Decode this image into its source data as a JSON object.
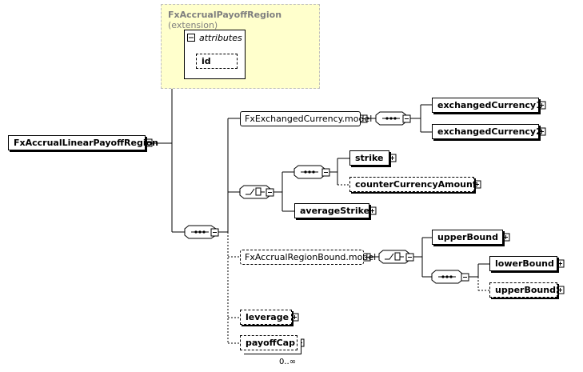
{
  "extension": {
    "type_name": "FxAccrualPayoffRegion",
    "suffix": "(extension)",
    "attributes_label": "attributes",
    "attribute_id": "id"
  },
  "root": {
    "label": "FxAccrualLinearPayoffRegion"
  },
  "groups": {
    "exchanged_currency_model": "FxExchangedCurrency.model",
    "region_bound_model": "FxAccrualRegionBound.model"
  },
  "elements": {
    "exchanged_currency1": "exchangedCurrency1",
    "exchanged_currency2": "exchangedCurrency2",
    "strike": "strike",
    "counter_currency_amount": "counterCurrencyAmount",
    "average_strike": "averageStrike",
    "upper_bound_1": "upperBound",
    "lower_bound": "lowerBound",
    "upper_bound_2": "upperBound",
    "leverage": "leverage",
    "payoff_cap": "payoffCap"
  },
  "occurrence": {
    "payoff_cap": "0..∞"
  },
  "icons": {
    "collapse": "minus-box-icon",
    "expand": "plus-box-icon",
    "sequence": "sequence-compositor-icon",
    "choice": "choice-compositor-icon"
  }
}
